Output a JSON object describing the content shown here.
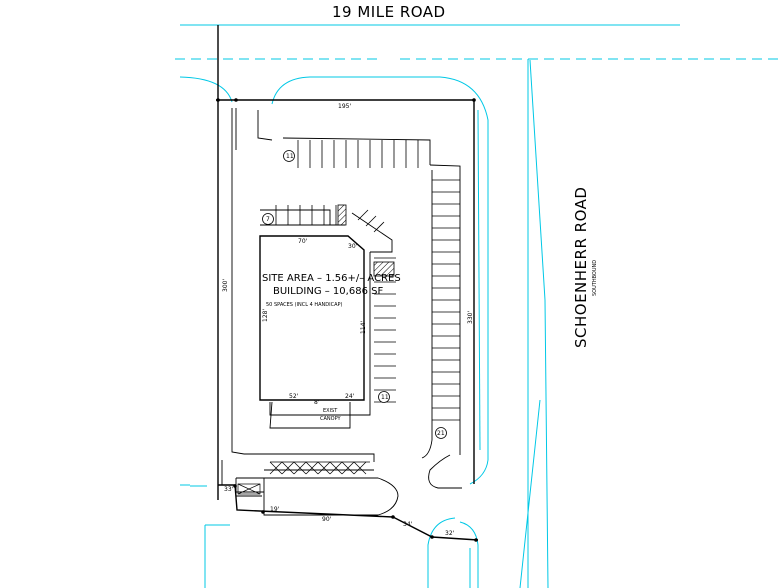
{
  "roads": {
    "north": "19 MILE ROAD",
    "east": "SCHOENHERR ROAD",
    "east_direction": "SOUTHBOUND"
  },
  "site": {
    "area": "SITE AREA – 1.56+/– ACRES",
    "building": "BUILDING – 10,686 SF",
    "spaces": "50 SPACES (INCL 4 HANDICAP)"
  },
  "canopy": {
    "line1": "EXIST",
    "line2": "CANOPY"
  },
  "dimensions": {
    "top_frontage": "195'",
    "west_frontage": "300'",
    "east_frontage": "330'",
    "south_frontage": "90'",
    "building_width_top": "70'",
    "building_depth": "128'",
    "building_east": "114'",
    "building_bottom": "52'",
    "bottom_right": "24'",
    "bottom_offset": "8'",
    "sw_corner": "33'",
    "sw_offset": "19'",
    "se_taper": "34'",
    "se_corner": "32'",
    "notch": "30'"
  },
  "parking_counts": {
    "north_row": "11",
    "west_row": "7",
    "center_row": "11",
    "east_row": "21"
  },
  "colors": {
    "road_line": "#00c8e6",
    "property_line": "#000000",
    "hatch": "#000000"
  }
}
